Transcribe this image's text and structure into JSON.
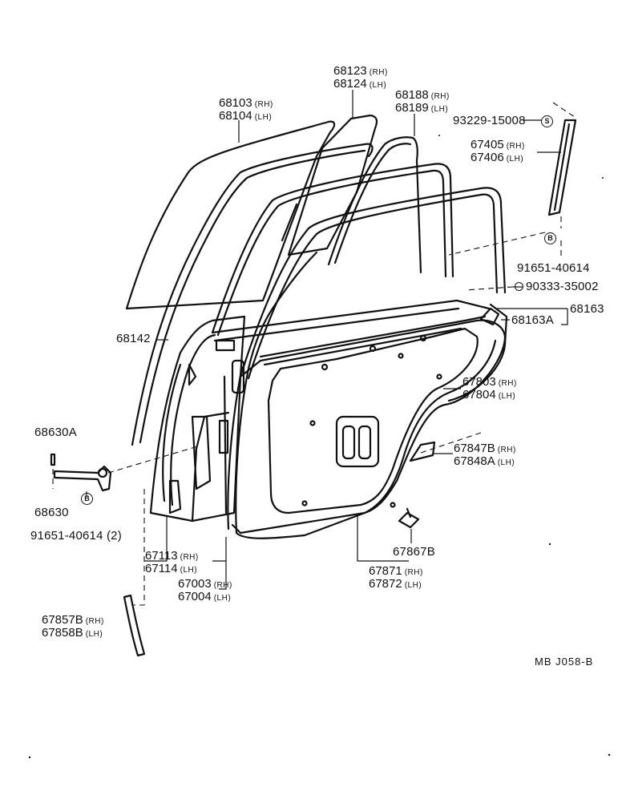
{
  "parts": {
    "glass_rh": "68103",
    "glass_lh": "68104",
    "quarter_glass_rh": "68123",
    "quarter_glass_lh": "68124",
    "division_bar_rh": "68188",
    "division_bar_lh": "68189",
    "screw": "93229-15008",
    "frame_molding_rh": "67405",
    "frame_molding_lh": "67406",
    "clip": "91651-40614",
    "bushing": "90333-35002",
    "weatherstrip_assy": "68163",
    "weatherstrip_sub": "68163A",
    "run_channel": "68142",
    "board_rh": "67803",
    "board_lh": "67804",
    "pad_rh": "67847B",
    "pad_lh": "67848A",
    "check_bolt": "68630A",
    "check_assy": "68630",
    "clip_qty": "91651-40614 (2)",
    "hinge_rh": "67113",
    "hinge_lh": "67114",
    "panel_rh": "67003",
    "panel_lh": "67004",
    "fastener": "67867B",
    "weatherstrip_rh": "67871",
    "weatherstrip_lh": "67872",
    "cover_rh": "67857B",
    "cover_lh": "67858B"
  },
  "sides": {
    "rh": "(RH)",
    "lh": "(LH)"
  },
  "symbols": {
    "screw_mark": "S",
    "clip_mark": "B"
  },
  "footer": {
    "ref": "MB  J058-B"
  }
}
